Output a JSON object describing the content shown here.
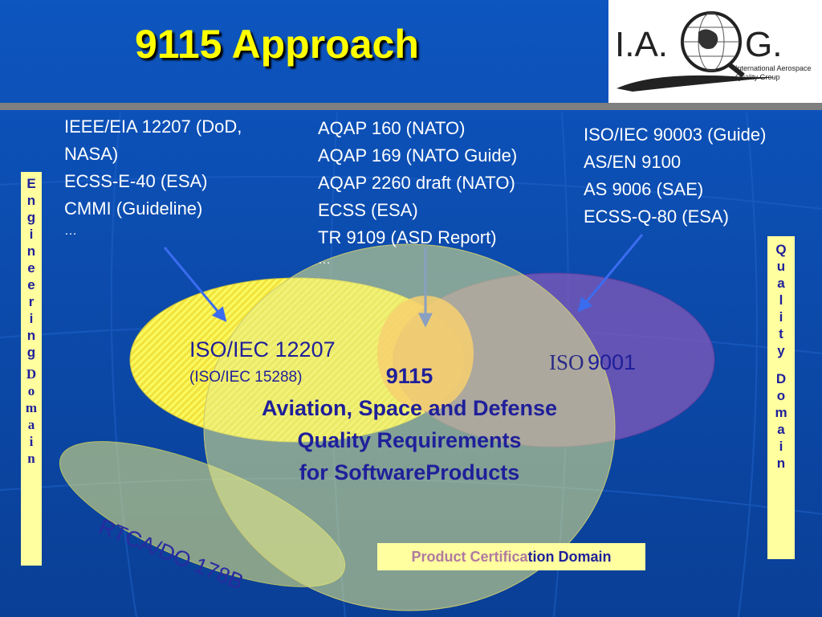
{
  "title": "9115 Approach",
  "logo": {
    "letters": "I.A.Q.G.",
    "line1": "International Aerospace",
    "line2": "Quality Group"
  },
  "lists": {
    "engineering": [
      "IEEE/EIA 12207 (DoD,",
      "NASA)",
      "ECSS-E-40 (ESA)",
      "CMMI (Guideline)",
      "…"
    ],
    "defense": [
      "AQAP 160 (NATO)",
      "AQAP 169 (NATO Guide)",
      "AQAP 2260 draft (NATO)",
      "ECSS (ESA)",
      "TR 9109 (ASD Report)",
      "…"
    ],
    "quality": [
      "ISO/IEC 90003 (Guide)",
      "AS/EN 9100",
      "AS 9006 (SAE)",
      "ECSS-Q-80 (ESA)"
    ]
  },
  "side_labels": {
    "engineering_word": "Engineering",
    "engineering_domain": "Domain",
    "quality_word": "Quality",
    "quality_domain": "Domain"
  },
  "ellipses": {
    "iso12207_main": "ISO/IEC 12207",
    "iso12207_sub": "(ISO/IEC 15288)",
    "iso9001_iso": "ISO",
    "iso9001_num": "9001",
    "rtca": "RTCA/DO 178B"
  },
  "center": {
    "line1": "9115",
    "line2": "Aviation, Space and Defense",
    "line3": "Quality Requirements",
    "line4": "for SoftwareProducts"
  },
  "cert_box": {
    "part1": "Product Certifica",
    "part2": "tion Domain"
  },
  "colors": {
    "background": "#0a4aa8",
    "title": "#ffff00",
    "label_box": "#ffffa0",
    "label_text": "#1f1f9a",
    "arrow": "#3a6cf0"
  }
}
